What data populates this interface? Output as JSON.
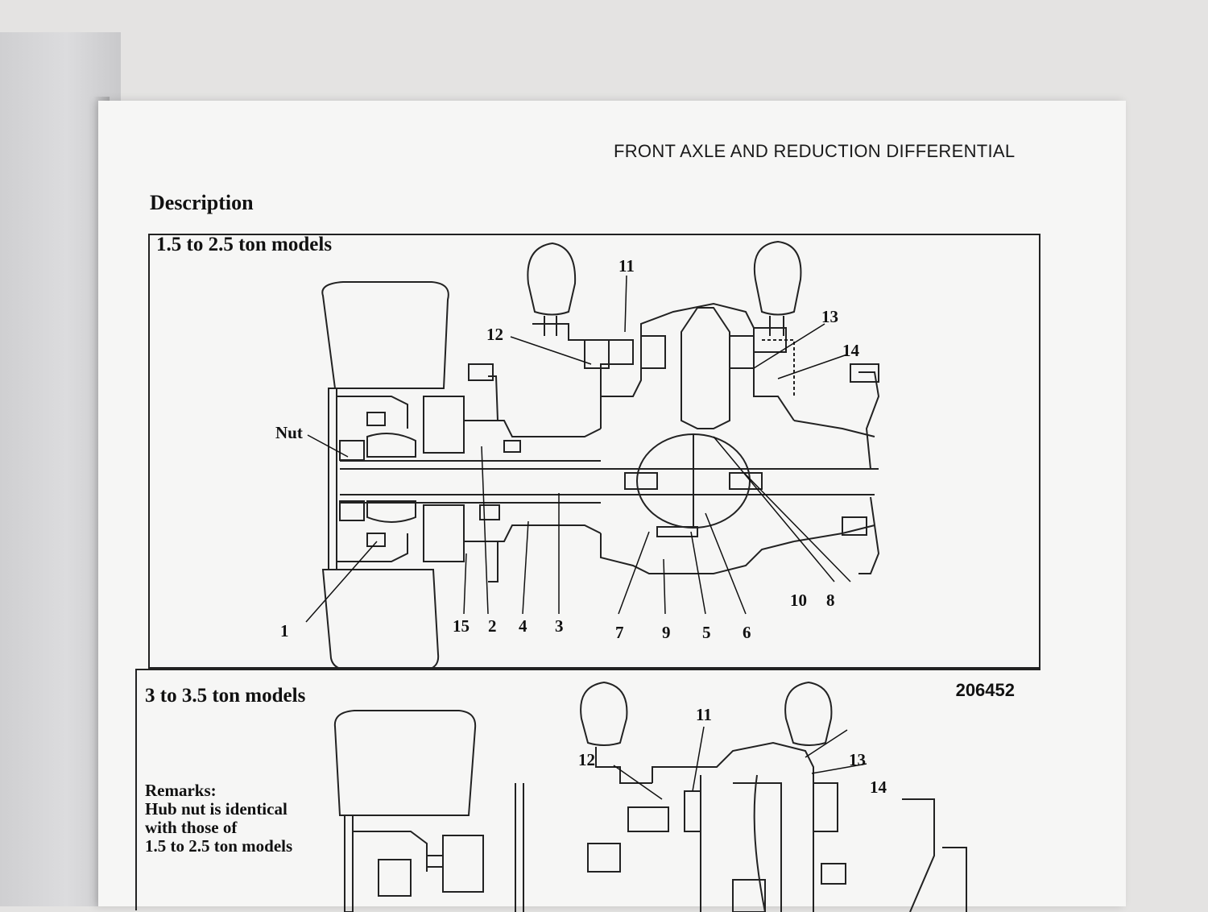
{
  "header": {
    "title": "FRONT AXLE AND REDUCTION DIFFERENTIAL"
  },
  "section": {
    "title": "Description"
  },
  "diagram1": {
    "title": "1.5 to 2.5 ton models",
    "code": "206452",
    "labels": {
      "nut": "Nut",
      "n1": "1",
      "n2": "2",
      "n3": "3",
      "n4": "4",
      "n5": "5",
      "n6": "6",
      "n7": "7",
      "n8": "8",
      "n9": "9",
      "n10": "10",
      "n11": "11",
      "n12": "12",
      "n13": "13",
      "n14": "14",
      "n15": "15"
    }
  },
  "diagram2": {
    "title": "3 to 3.5 ton models",
    "remarks": {
      "heading": "Remarks:",
      "lines": [
        "Hub nut is identical",
        "with those of",
        "1.5 to 2.5 ton models"
      ]
    },
    "labels": {
      "n11": "11",
      "n12": "12",
      "n13": "13",
      "n14": "14"
    }
  }
}
